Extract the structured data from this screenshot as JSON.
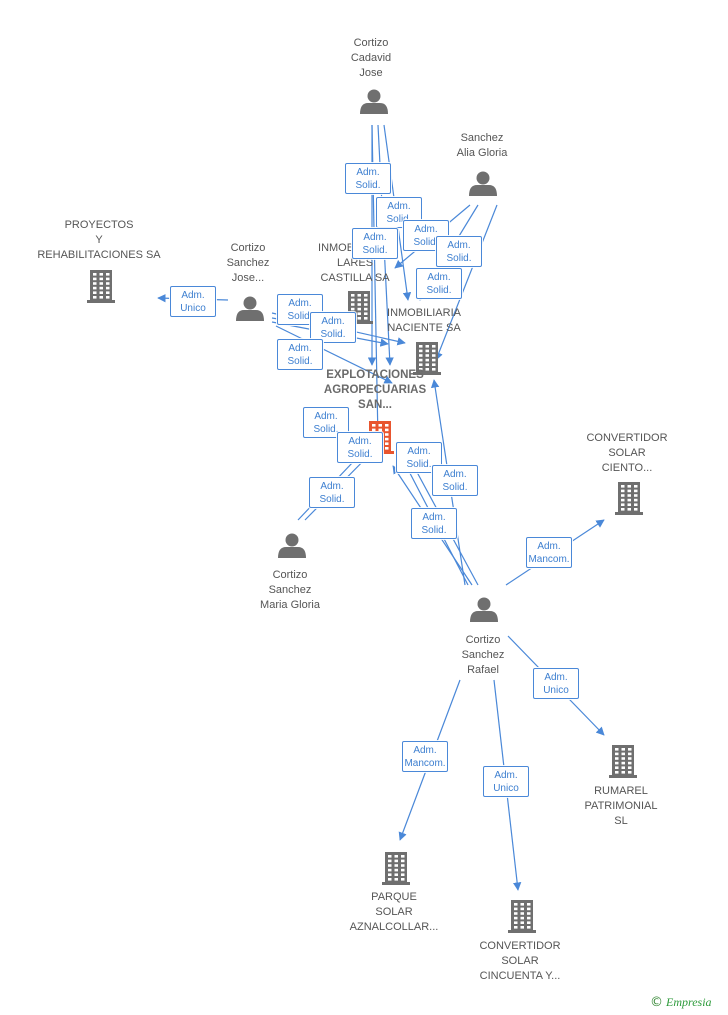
{
  "nodes": [
    {
      "id": "cadavid",
      "kind": "person",
      "label_lines": [
        "Cortizo",
        "Cadavid",
        "Jose"
      ]
    },
    {
      "id": "alia",
      "kind": "person",
      "label_lines": [
        "Sanchez",
        "Alia Gloria"
      ]
    },
    {
      "id": "proyectos",
      "kind": "company",
      "label_lines": [
        "PROYECTOS",
        "Y",
        "REHABILITACIONES SA"
      ]
    },
    {
      "id": "jose",
      "kind": "person",
      "label_lines": [
        "Cortizo",
        "Sanchez",
        "Jose..."
      ]
    },
    {
      "id": "lares",
      "kind": "company",
      "label_lines": [
        "INMOBILIARIA",
        "LARES",
        "CASTILLA SA"
      ]
    },
    {
      "id": "naciente",
      "kind": "company",
      "label_lines": [
        "INMOBILIARIA",
        "NACIENTE SA"
      ]
    },
    {
      "id": "explotaciones",
      "kind": "company-main",
      "label_lines": [
        "EXPLOTACIONES",
        "AGROPECUARIAS",
        "SAN..."
      ]
    },
    {
      "id": "convciento",
      "kind": "company",
      "label_lines": [
        "CONVERTIDOR",
        "SOLAR",
        "CIENTO..."
      ]
    },
    {
      "id": "mariagloria",
      "kind": "person",
      "label_lines": [
        "Cortizo",
        "Sanchez",
        "Maria Gloria"
      ]
    },
    {
      "id": "rafael",
      "kind": "person",
      "label_lines": [
        "Cortizo",
        "Sanchez",
        "Rafael"
      ]
    },
    {
      "id": "rumarel",
      "kind": "company",
      "label_lines": [
        "RUMAREL",
        "PATRIMONIAL",
        "SL"
      ]
    },
    {
      "id": "parque",
      "kind": "company",
      "label_lines": [
        "PARQUE",
        "SOLAR",
        "AZNALCOLLAR..."
      ]
    },
    {
      "id": "convcincuenta",
      "kind": "company",
      "label_lines": [
        "CONVERTIDOR",
        "SOLAR",
        "CINCUENTA Y..."
      ]
    }
  ],
  "relations": [
    {
      "label_lines": [
        "Adm.",
        "Solid."
      ]
    },
    {
      "label_lines": [
        "Adm.",
        "Solid."
      ]
    },
    {
      "label_lines": [
        "Adm.",
        "Solid."
      ]
    },
    {
      "label_lines": [
        "Adm.",
        "Solid."
      ]
    },
    {
      "label_lines": [
        "Adm.",
        "Solid."
      ]
    },
    {
      "label_lines": [
        "Adm.",
        "Solid."
      ]
    },
    {
      "label_lines": [
        "Adm.",
        "Unico"
      ]
    },
    {
      "label_lines": [
        "Adm.",
        "Solid."
      ]
    },
    {
      "label_lines": [
        "Adm.",
        "Solid."
      ]
    },
    {
      "label_lines": [
        "Adm.",
        "Solid."
      ]
    },
    {
      "label_lines": [
        "Adm.",
        "Solid."
      ]
    },
    {
      "label_lines": [
        "Adm.",
        "Solid."
      ]
    },
    {
      "label_lines": [
        "Adm.",
        "Solid."
      ]
    },
    {
      "label_lines": [
        "Adm.",
        "Solid."
      ]
    },
    {
      "label_lines": [
        "Adm.",
        "Solid."
      ]
    },
    {
      "label_lines": [
        "Adm.",
        "Solid."
      ]
    },
    {
      "label_lines": [
        "Adm.",
        "Mancom."
      ]
    },
    {
      "label_lines": [
        "Adm.",
        "Unico"
      ]
    },
    {
      "label_lines": [
        "Adm.",
        "Mancom."
      ]
    },
    {
      "label_lines": [
        "Adm.",
        "Unico"
      ]
    }
  ],
  "colors": {
    "edge": "#4a88d8",
    "icon": "#6f6f6f",
    "highlight": "#e8552f",
    "label": "#555555"
  },
  "brand": {
    "copyright": "©",
    "name": "Empresia"
  }
}
